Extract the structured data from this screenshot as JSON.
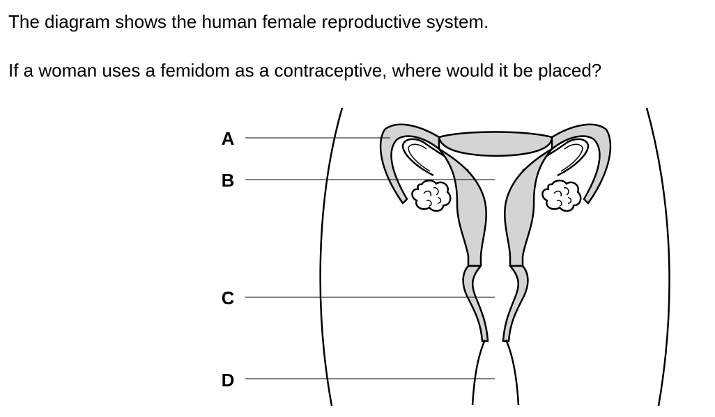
{
  "question": {
    "intro": "The diagram shows the human female reproductive system.",
    "prompt": "If a woman uses a femidom as a contraceptive, where would it be placed?"
  },
  "diagram": {
    "labels": [
      "A",
      "B",
      "C",
      "D"
    ]
  }
}
